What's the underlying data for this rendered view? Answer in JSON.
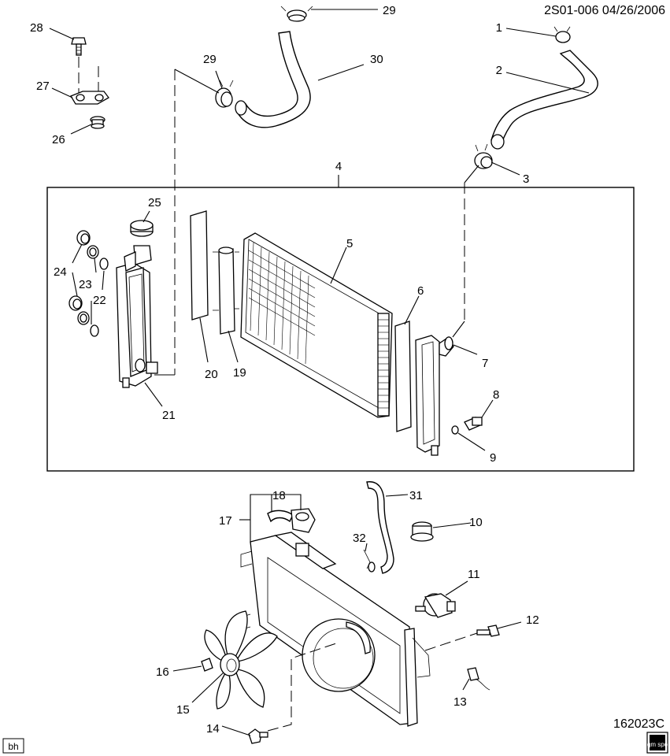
{
  "header": {
    "doc_id_date": "2S01-006  04/26/2006"
  },
  "footer": {
    "drawing_number": "162023C",
    "corner_tag": "bh",
    "logo_text": "gm spo"
  },
  "callouts": [
    "1",
    "2",
    "3",
    "4",
    "5",
    "6",
    "7",
    "8",
    "9",
    "10",
    "11",
    "12",
    "13",
    "14",
    "15",
    "16",
    "17",
    "18",
    "19",
    "20",
    "21",
    "22",
    "23",
    "24",
    "25",
    "26",
    "27",
    "28",
    "29",
    "29",
    "30",
    "31",
    "32"
  ]
}
